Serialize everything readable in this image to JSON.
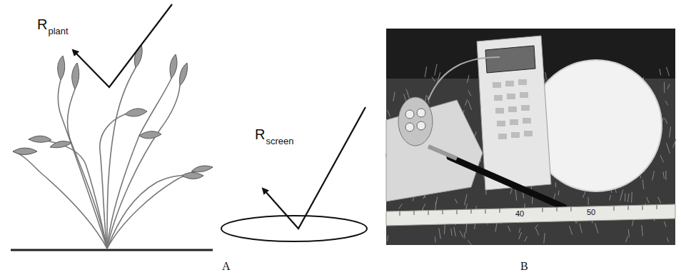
{
  "diagram": {
    "labels": [
      "R",
      "plant",
      "R",
      "screen",
      "A",
      "B",
      "40",
      "50"
    ]
  }
}
